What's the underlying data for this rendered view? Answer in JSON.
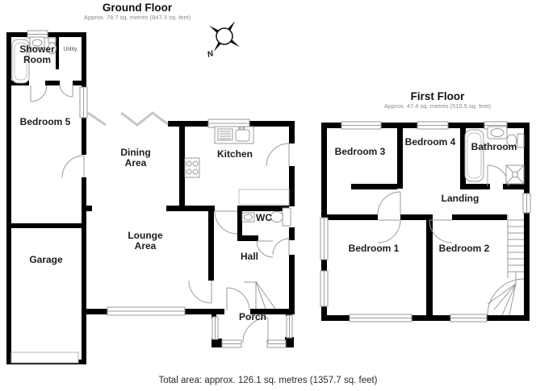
{
  "header": {
    "ground_floor": {
      "title": "Ground Floor",
      "area": "Approx. 78.7 sq. metres (847.3 sq. feet)"
    },
    "first_floor": {
      "title": "First Floor",
      "area": "Approx. 47.4 sq. metres (510.5 sq. feet)"
    }
  },
  "compass": {
    "north_label": "N"
  },
  "ground_floor_rooms": {
    "shower_room": "Shower\nRoom",
    "utility": "Utility",
    "bedroom_5": "Bedroom 5",
    "garage": "Garage",
    "dining_area": "Dining\nArea",
    "kitchen": "Kitchen",
    "lounge_area": "Lounge\nArea",
    "wc": "WC",
    "hall": "Hall",
    "porch": "Porch"
  },
  "first_floor_rooms": {
    "bedroom_1": "Bedroom 1",
    "bedroom_2": "Bedroom 2",
    "bedroom_3": "Bedroom 3",
    "bedroom_4": "Bedroom 4",
    "bathroom": "Bathroom",
    "landing": "Landing"
  },
  "footer": {
    "total_area": "Total area: approx. 126.1 sq. metres (1357.7 sq. feet)"
  },
  "colors": {
    "wall": "#000000",
    "fixture_line": "#9a9a9a",
    "window_line": "#9a9a9a",
    "open_plan_line": "#c6c6c6",
    "label_text": "#1c1c1c",
    "subtitle_text": "#8a8a8a"
  }
}
